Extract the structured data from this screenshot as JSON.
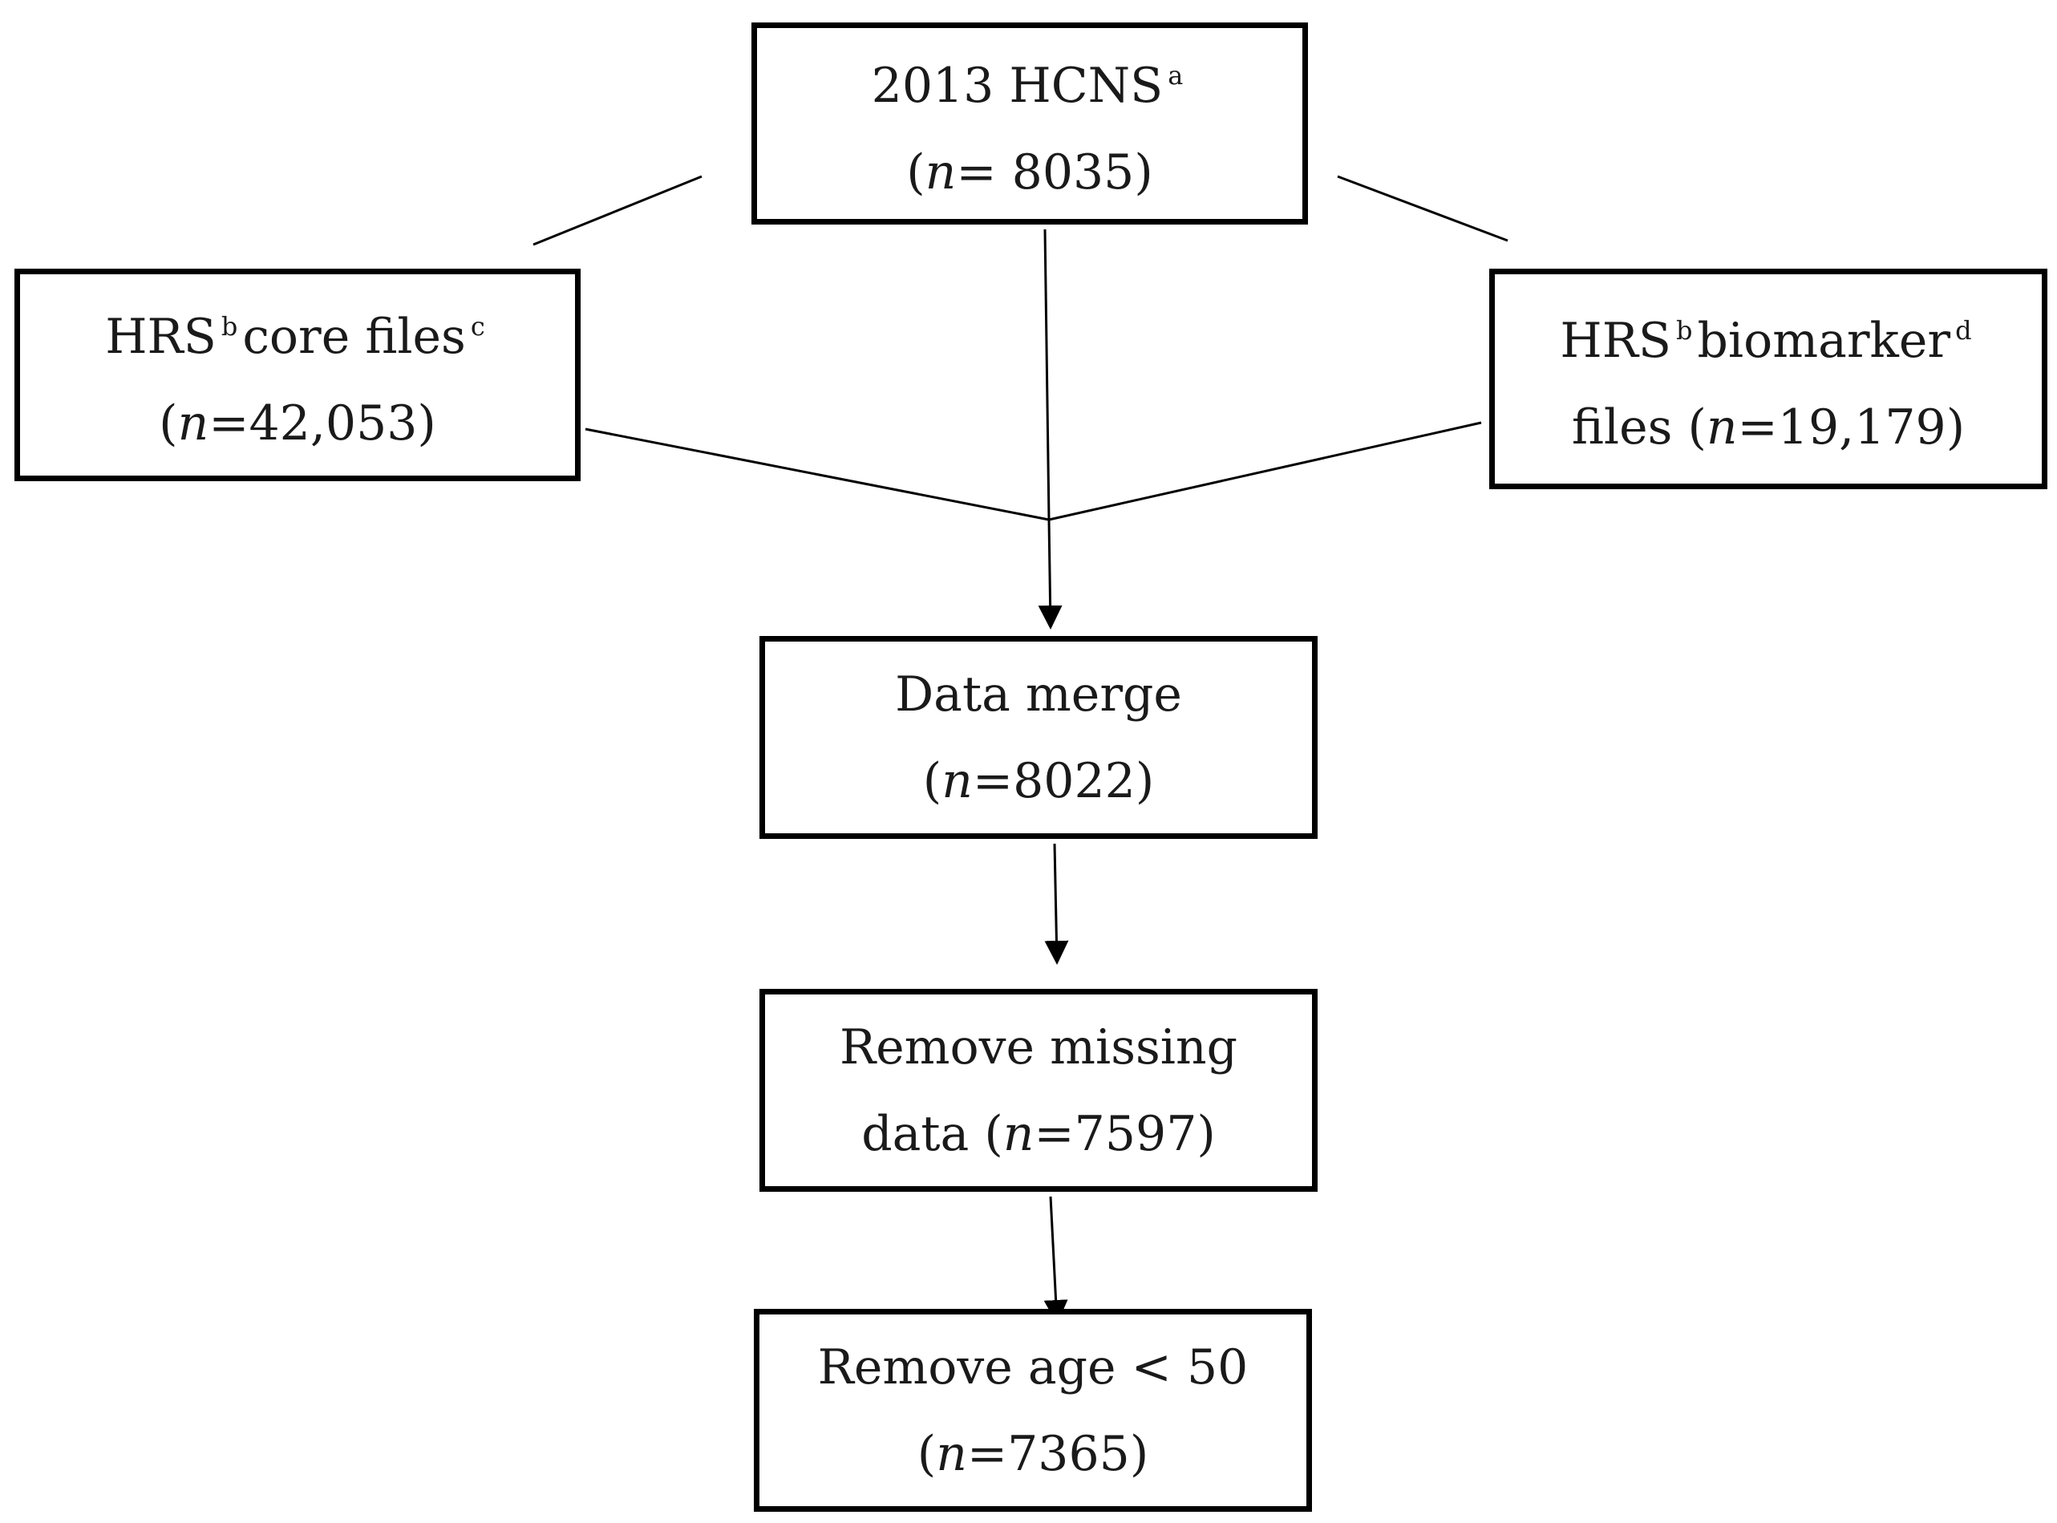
{
  "flowchart": {
    "hcns": {
      "label": "2013 HCNS",
      "sup": "a",
      "n_prefix": "(",
      "n_var": "n",
      "n_value": "= 8035)"
    },
    "core": {
      "label": "HRS",
      "sup1": "b",
      "label2": "core files",
      "sup2": "c",
      "n_prefix": "(",
      "n_var": "n",
      "n_value": "=42,053)"
    },
    "bio": {
      "label": "HRS",
      "sup1": "b",
      "label2": "biomarker",
      "sup2": "d",
      "line2_prefix": "files (",
      "n_var": "n",
      "n_value": "=19,179)"
    },
    "merge": {
      "label": "Data merge",
      "n_prefix": "(",
      "n_var": "n",
      "n_value": "=8022)"
    },
    "missing": {
      "label": "Remove missing",
      "line2_prefix": "data (",
      "n_var": "n",
      "n_value": "=7597)"
    },
    "age": {
      "label": "Remove age < 50",
      "n_prefix": "(",
      "n_var": "n",
      "n_value": "=7365)"
    }
  },
  "colors": {
    "stroke": "#000000",
    "text": "#1a1a1a",
    "background": "#ffffff"
  }
}
